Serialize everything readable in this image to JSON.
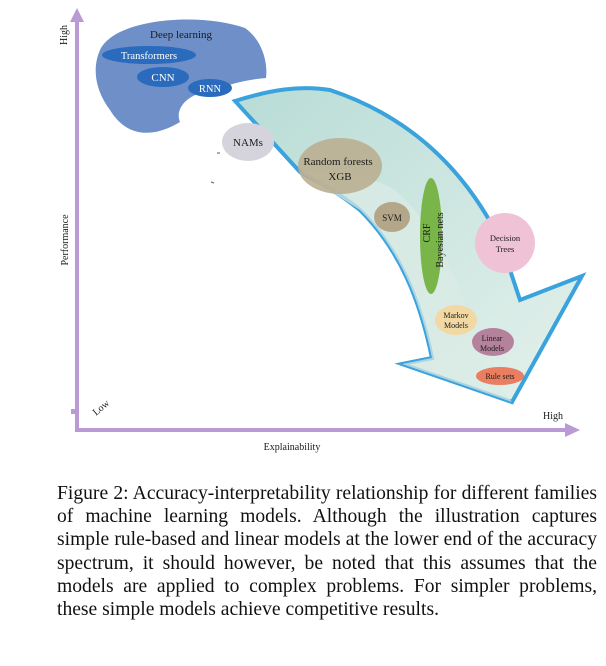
{
  "figure": {
    "axes": {
      "y_label": "Performance",
      "y_high": "High",
      "x_label": "Explainability",
      "x_high": "High",
      "low": "Low"
    },
    "models": {
      "deep_learning": "Deep learning",
      "transformers": "Transformers",
      "cnn": "CNN",
      "rnn": "RNN",
      "nams": "NAMs",
      "random_forests": "Random forests",
      "xgb": "XGB",
      "svm": "SVM",
      "crf": "CRF",
      "bayesian_nets": "Bayesian nets",
      "decision_trees_1": "Decision",
      "decision_trees_2": "Trees",
      "markov_1": "Markov",
      "markov_2": "Models",
      "linear_1": "Linear",
      "linear_2": "Models",
      "rule_sets": "Rule sets"
    },
    "colors": {
      "axis": "#b99ad4",
      "deep_learning_blob": "#6f8fc9",
      "ellipse_blue": "#2a6bbd",
      "arrow_outline": "#3aa2dc",
      "arrow_fill": "#d3e9e3",
      "nams": "#d5d3dc",
      "random_forests": "#b9ad8e",
      "svm": "#b4a689",
      "crf": "#7ab54a",
      "decision_trees": "#f0c2d6",
      "markov": "#f2d9a4",
      "linear": "#b5829d",
      "rule_sets": "#ea7e61"
    }
  },
  "caption": "Figure 2: Accuracy-interpretability relationship for different families of machine learning models. Although the illustration captures simple rule-based and linear models at the lower end of the accuracy spectrum, it should however, be noted that this assumes that the models are applied to complex problems. For simpler problems, these simple models achieve competitive results."
}
